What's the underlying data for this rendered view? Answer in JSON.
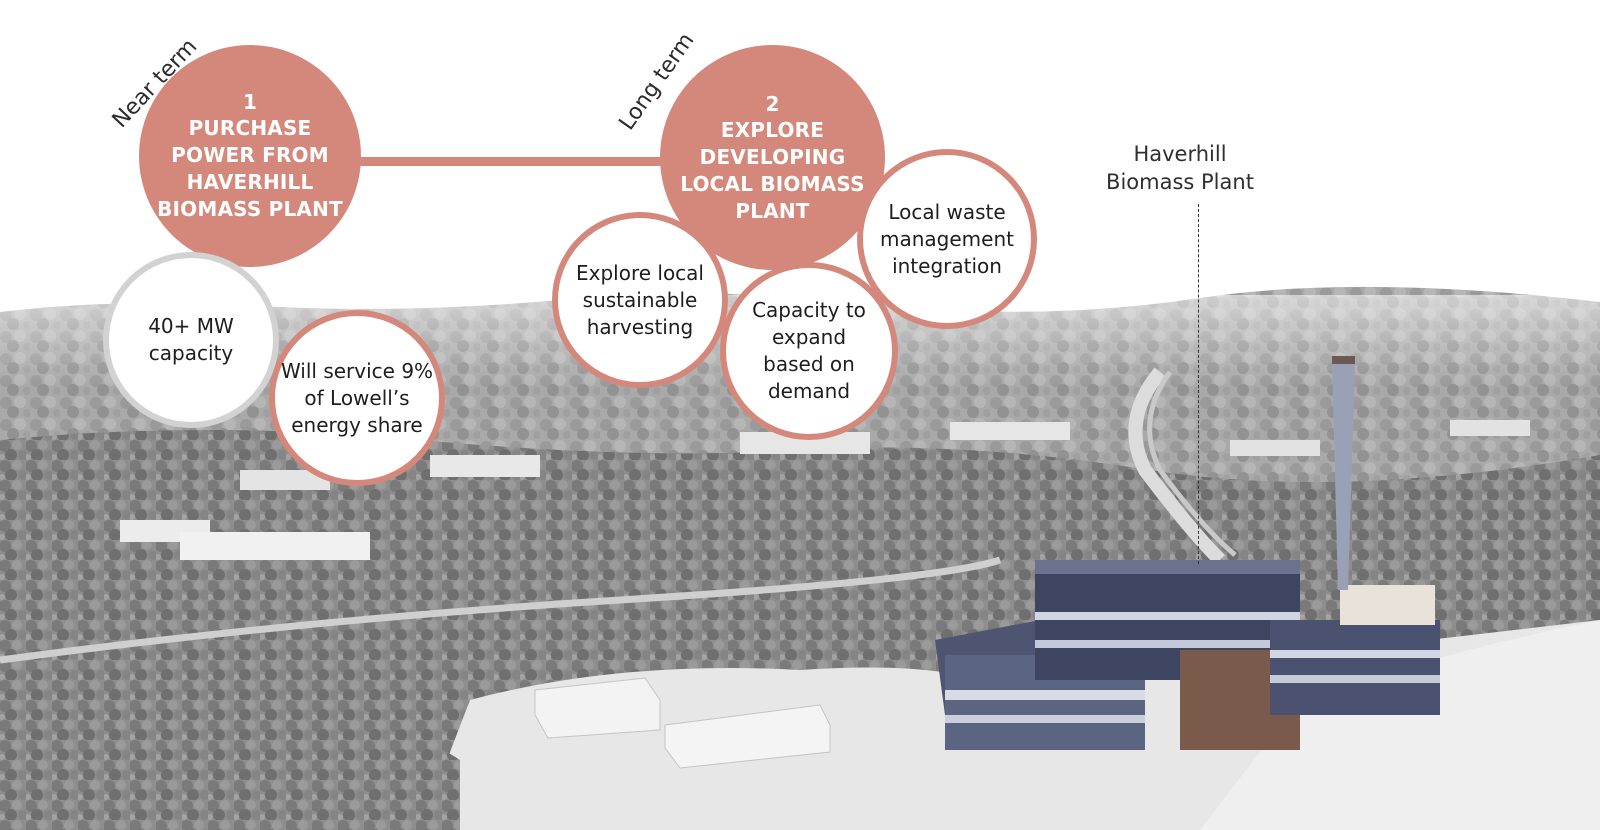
{
  "colors": {
    "accent": "#d4887c",
    "sub_border_grey": "#d2d2d2",
    "text_dark": "#1e1e1e"
  },
  "near_term": {
    "label": "Near term",
    "number": "1",
    "title": "PURCHASE POWER FROM HAVERHILL BIOMASS PLANT",
    "details": [
      "40+ MW capacity",
      "Will service 9% of Lowell’s energy share"
    ]
  },
  "long_term": {
    "label": "Long term",
    "number": "2",
    "title": "EXPLORE DEVELOPING LOCAL BIOMASS PLANT",
    "details": [
      "Explore local sustainable harvesting",
      "Capacity to expand based on demand",
      "Local waste management integration"
    ]
  },
  "plant_callout": {
    "line1": "Haverhill",
    "line2": "Biomass Plant"
  },
  "background": {
    "icon": "aerial-landscape-illustration"
  }
}
